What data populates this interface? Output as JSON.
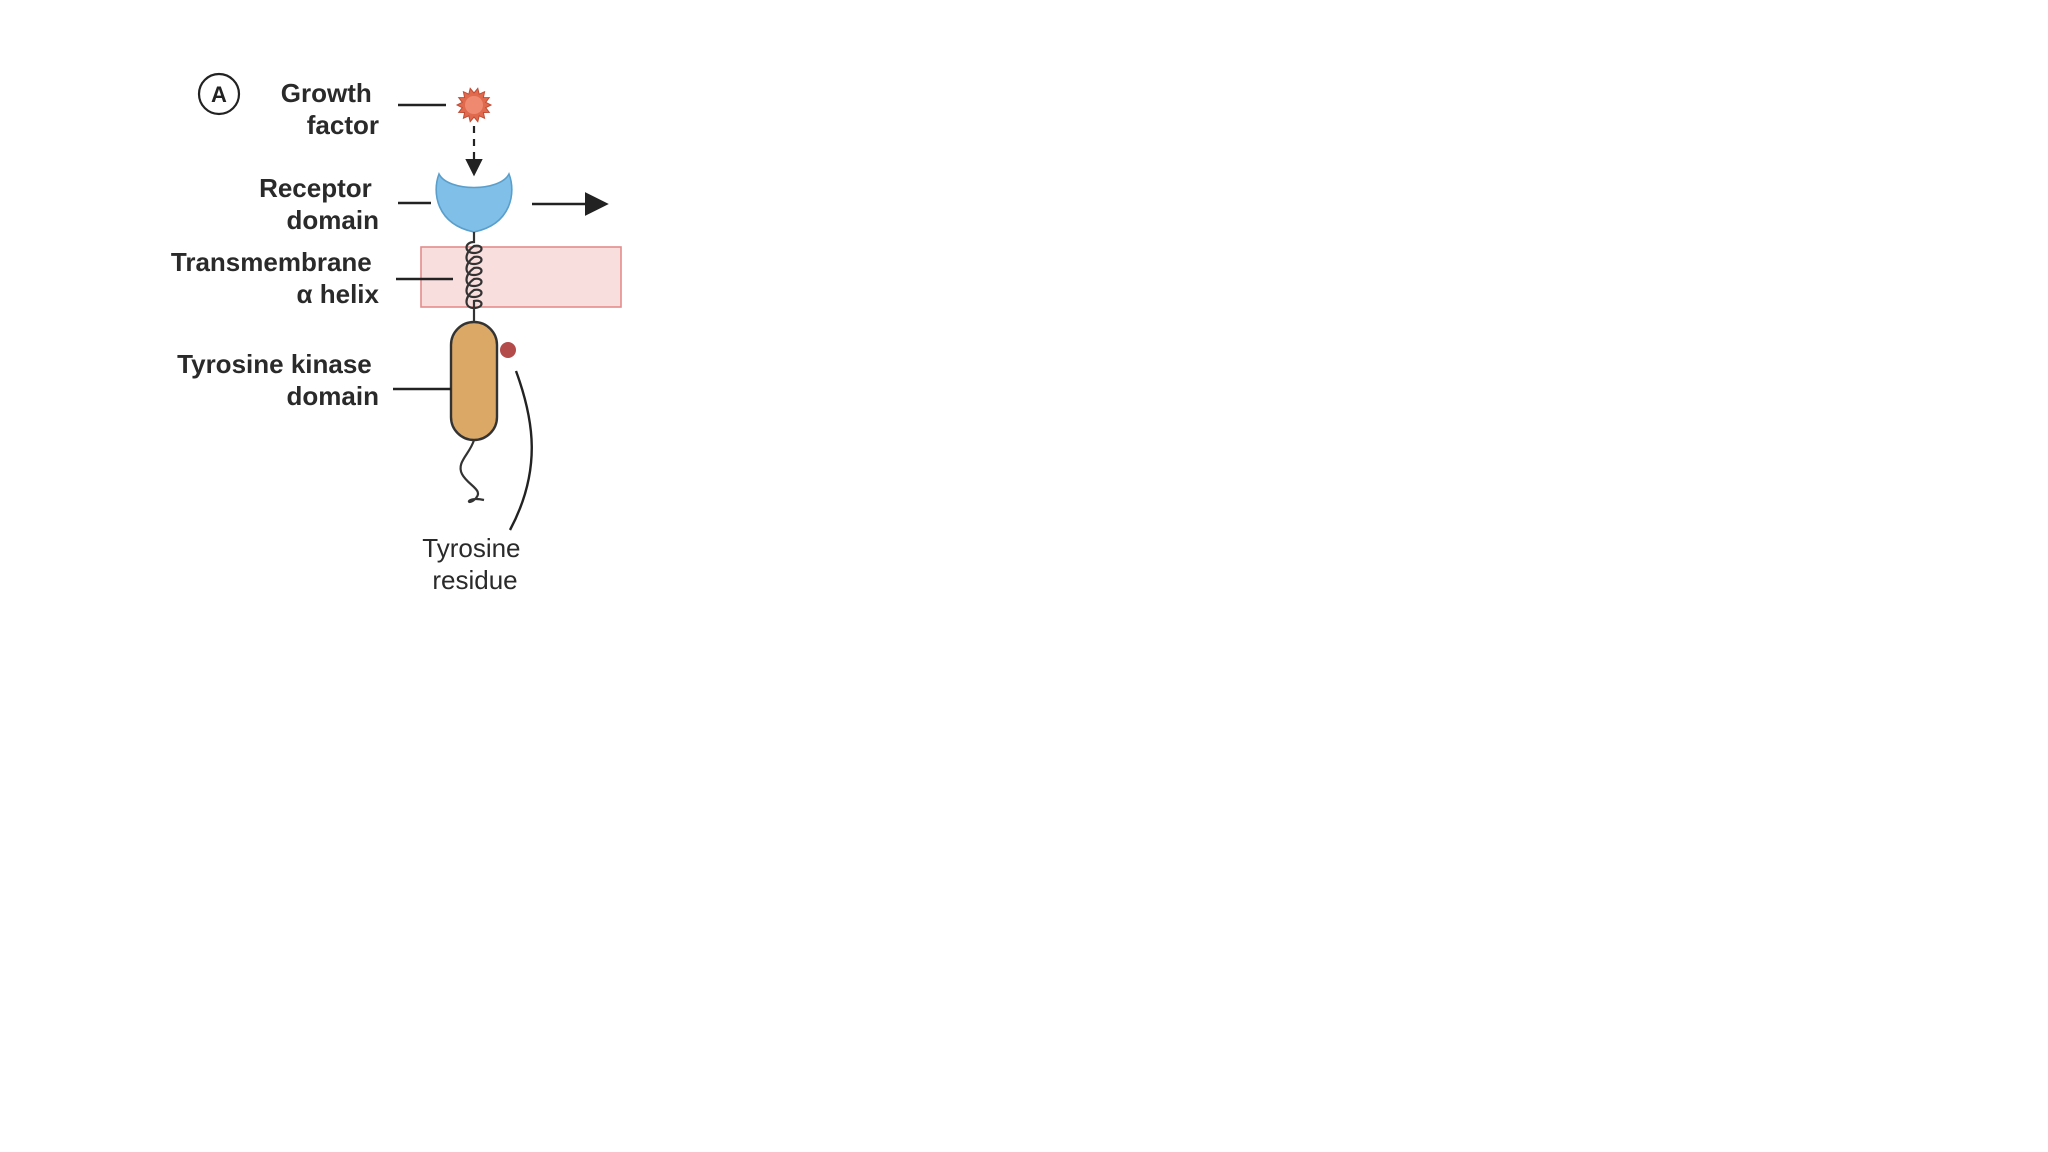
{
  "figure": {
    "panel_label": "A",
    "labels": {
      "growth_factor": [
        "Growth",
        "factor"
      ],
      "receptor_domain": [
        "Receptor",
        "domain"
      ],
      "transmembrane_helix": [
        "Transmembrane",
        "α helix"
      ],
      "tyrosine_kinase_domain": [
        "Tyrosine kinase",
        "domain"
      ],
      "tyrosine_residue": [
        "Tyrosine",
        "residue"
      ]
    },
    "colors": {
      "growth_factor": "#e06a4e",
      "receptor": "#7fbfe8",
      "membrane": "#f9dede",
      "kinase": "#dba866",
      "tyrosine_residue": "#b44b4b",
      "line": "#222222"
    }
  }
}
